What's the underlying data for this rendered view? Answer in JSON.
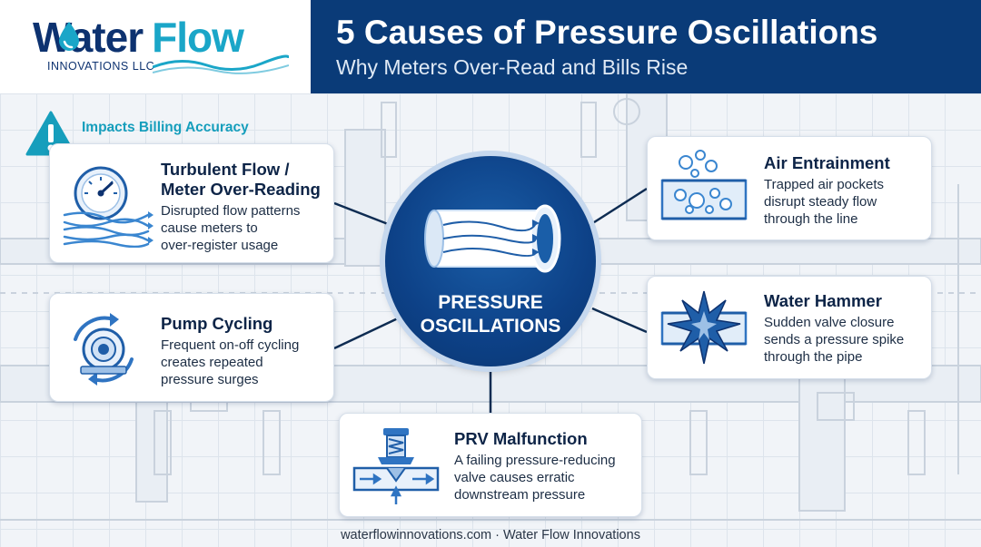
{
  "header": {
    "logo_word1": "Water",
    "logo_word2": "Flow",
    "logo_subtitle": "INNOVATIONS LLC",
    "title": "5 Causes of Pressure Oscillations",
    "subtitle": "Why Meters Over-Read and Bills Rise"
  },
  "alert": {
    "label": "Impacts Billing Accuracy",
    "icon": "warning-triangle-icon"
  },
  "center": {
    "line1": "PRESSURE",
    "line2": "OSCILLATIONS",
    "icon": "pipe-flow-icon"
  },
  "causes": [
    {
      "title_line1": "Turbulent Flow /",
      "title_line2": "Meter Over-Reading",
      "text_lines": [
        "Disrupted flow patterns",
        "cause meters to",
        "over-register usage"
      ],
      "icon": "gauge-turbulence-icon"
    },
    {
      "title_line1": "Pump Cycling",
      "text_lines": [
        "Frequent on-off cycling",
        "creates repeated",
        "pressure surges"
      ],
      "icon": "pump-cycle-icon"
    },
    {
      "title_line1": "PRV Malfunction",
      "text_lines": [
        "A failing pressure-reducing",
        "valve causes erratic",
        "downstream pressure"
      ],
      "icon": "pressure-valve-icon"
    },
    {
      "title_line1": "Air Entrainment",
      "text_lines": [
        "Trapped air pockets",
        "disrupt steady flow",
        "through the line"
      ],
      "icon": "air-bubbles-icon"
    },
    {
      "title_line1": "Water Hammer",
      "text_lines": [
        "Sudden valve closure",
        "sends a pressure spike",
        "through the pipe"
      ],
      "icon": "pressure-spike-icon"
    }
  ],
  "footer": "waterflowinnovations.com · Water Flow Innovations",
  "colors": {
    "navy": "#0a3b78",
    "teal": "#1aa6c8",
    "card_bg": "#ffffff"
  }
}
